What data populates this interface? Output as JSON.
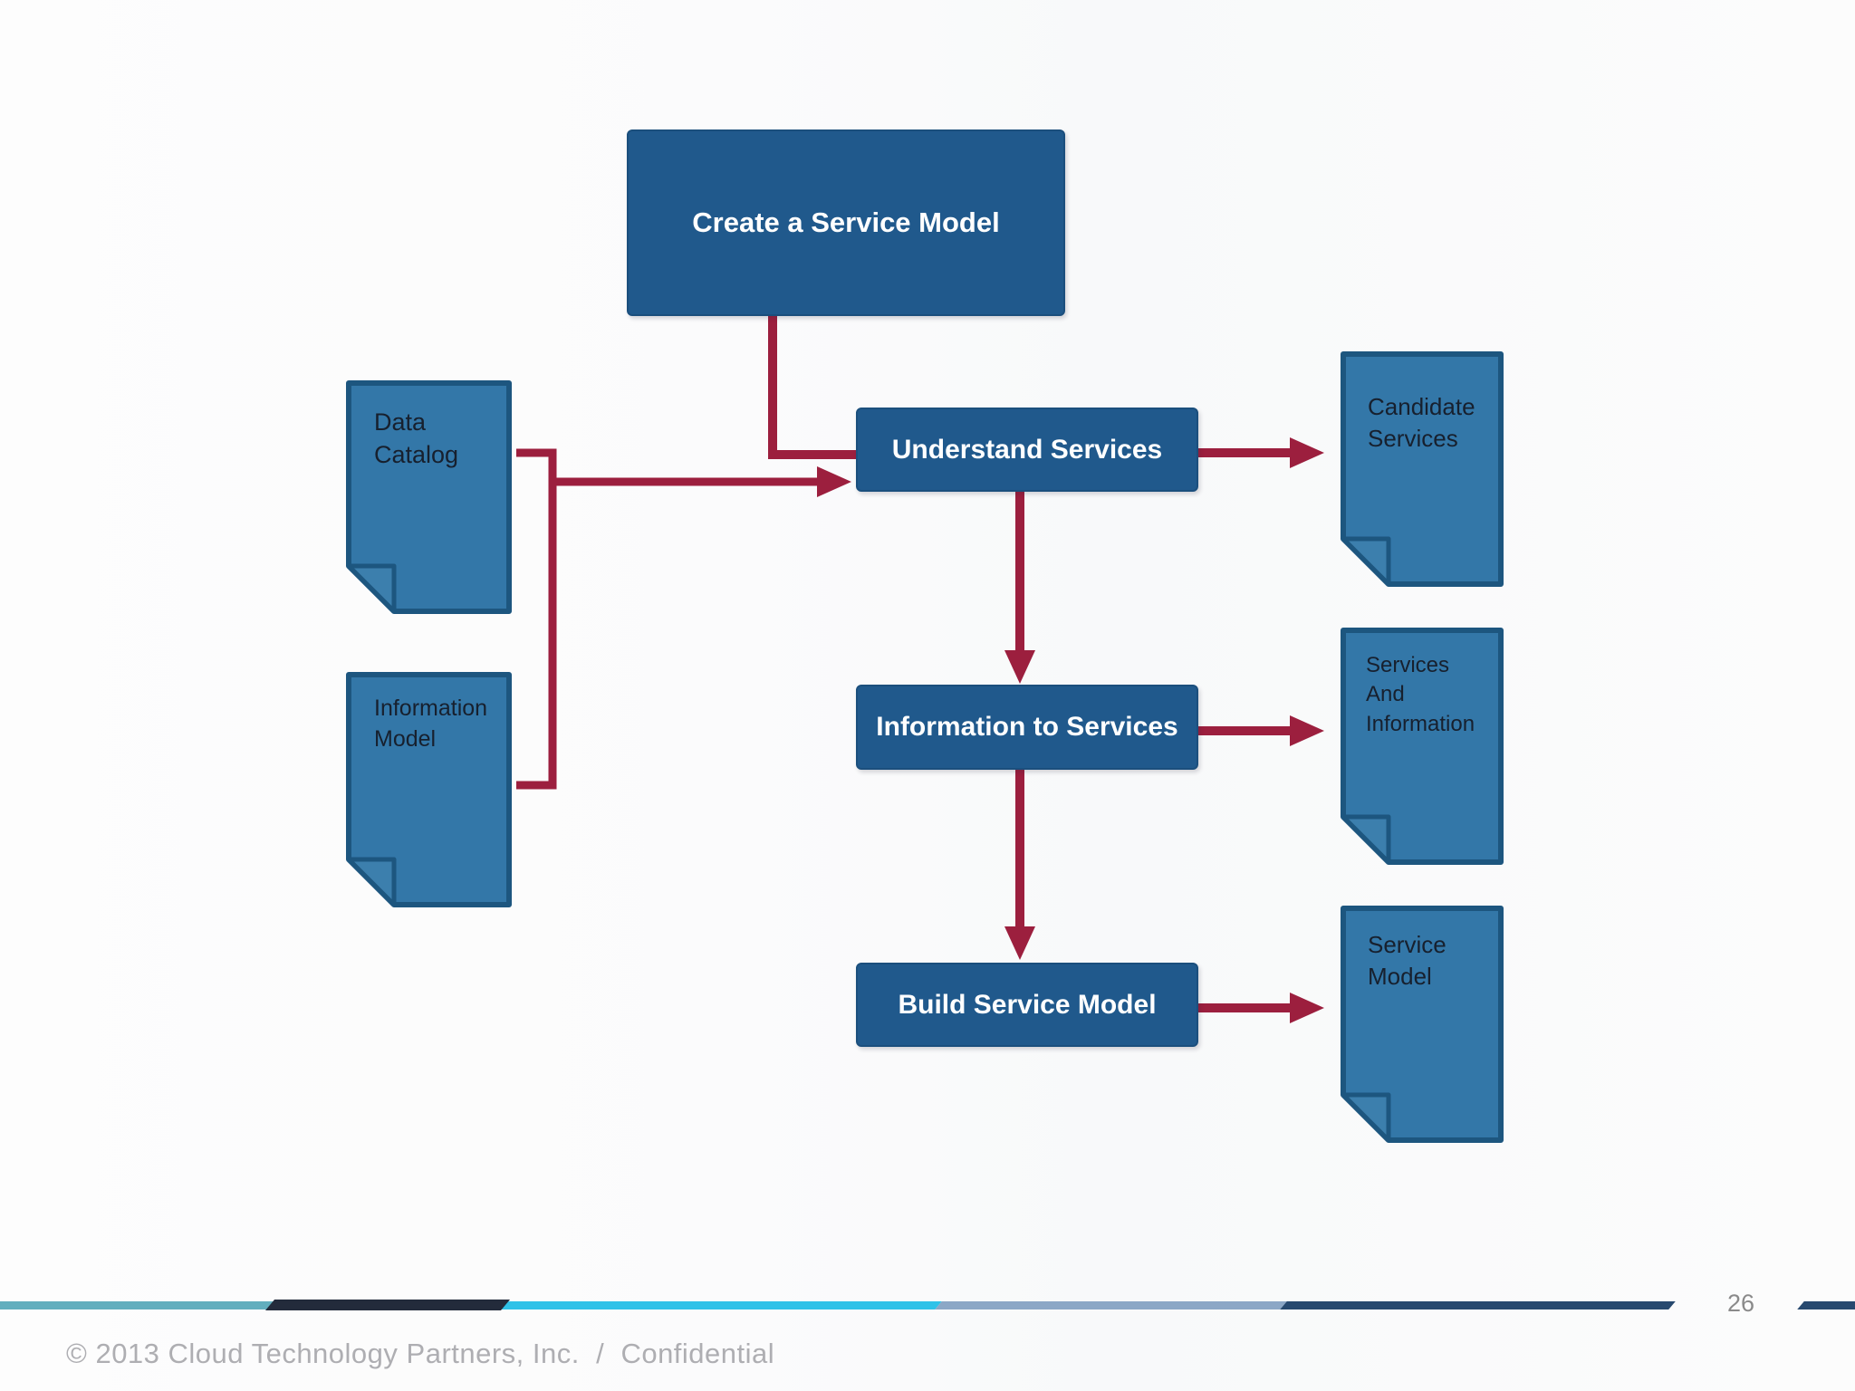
{
  "slide": {
    "page_number": "26",
    "copyright": "© 2013 Cloud Technology Partners, Inc.  /  Confidential"
  },
  "colors": {
    "process_box_fill": "#20598C",
    "process_box_text": "#FFFFFF",
    "document_fill": "#3377A8",
    "document_border": "#1D567F",
    "document_text": "#17202E",
    "connector_arrow": "#9C1F3E",
    "footer_segment_teal": "#62AEBE",
    "footer_segment_dark_navy": "#232B3B",
    "footer_segment_cyan": "#2FC2E8",
    "footer_segment_steel_blue": "#8CA7C6",
    "footer_segment_navy": "#27496F",
    "page_number_color": "#8A8A8A",
    "copyright_color": "#AEAEB2"
  },
  "flowchart": {
    "boxes": [
      {
        "id": "create-service-model",
        "label": "Create a Service Model"
      },
      {
        "id": "understand-services",
        "label": "Understand Services"
      },
      {
        "id": "information-to-services",
        "label": "Information to Services"
      },
      {
        "id": "build-service-model",
        "label": "Build Service Model"
      }
    ],
    "documents": [
      {
        "id": "data-catalog",
        "lines": [
          "Data",
          "Catalog"
        ]
      },
      {
        "id": "information-model",
        "lines": [
          "Information",
          "Model"
        ]
      },
      {
        "id": "candidate-services",
        "lines": [
          "Candidate",
          "Services"
        ]
      },
      {
        "id": "services-and-information",
        "lines": [
          "Services",
          "And",
          "Information"
        ]
      },
      {
        "id": "service-model",
        "lines": [
          "Service",
          "Model"
        ]
      }
    ],
    "connections": [
      "create-service-model -> understand-services",
      "data-catalog + information-model -> understand-services",
      "understand-services -> candidate-services",
      "understand-services -> information-to-services",
      "information-to-services -> services-and-information",
      "information-to-services -> build-service-model",
      "build-service-model -> service-model"
    ]
  }
}
